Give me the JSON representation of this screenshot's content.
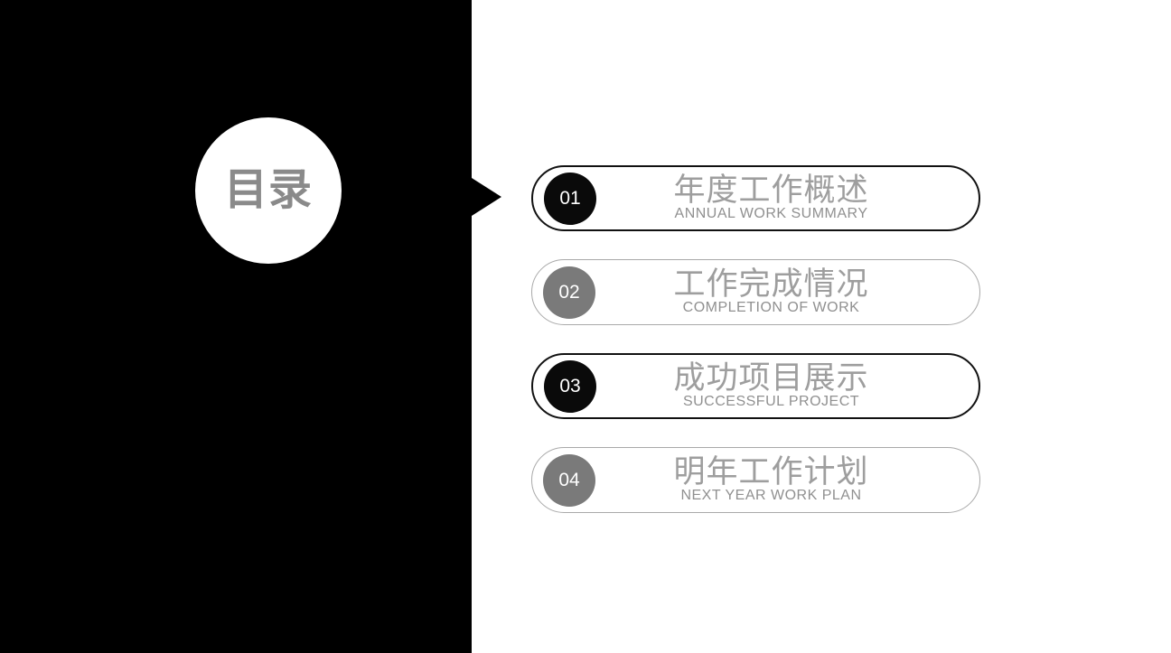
{
  "slide": {
    "toc_label": "目录",
    "items": [
      {
        "number": "01",
        "title": "年度工作概述",
        "subtitle": "ANNUAL WORK SUMMARY",
        "emphasis": "dark"
      },
      {
        "number": "02",
        "title": "工作完成情况",
        "subtitle": "COMPLETION OF WORK",
        "emphasis": "gray"
      },
      {
        "number": "03",
        "title": "成功项目展示",
        "subtitle": "SUCCESSFUL PROJECT",
        "emphasis": "dark"
      },
      {
        "number": "04",
        "title": "明年工作计划",
        "subtitle": "NEXT YEAR WORK PLAN",
        "emphasis": "gray"
      }
    ],
    "colors": {
      "panel_background": "#000000",
      "slide_background": "#ffffff",
      "badge_dark": "#0a0a0a",
      "badge_gray": "#7a7a7a",
      "pill_border_dark": "#111111",
      "pill_border_gray": "#a9a9a9",
      "title_text": "#9e9e9e",
      "subtitle_text": "#909090",
      "toc_label_text": "#8a8a8a"
    }
  }
}
